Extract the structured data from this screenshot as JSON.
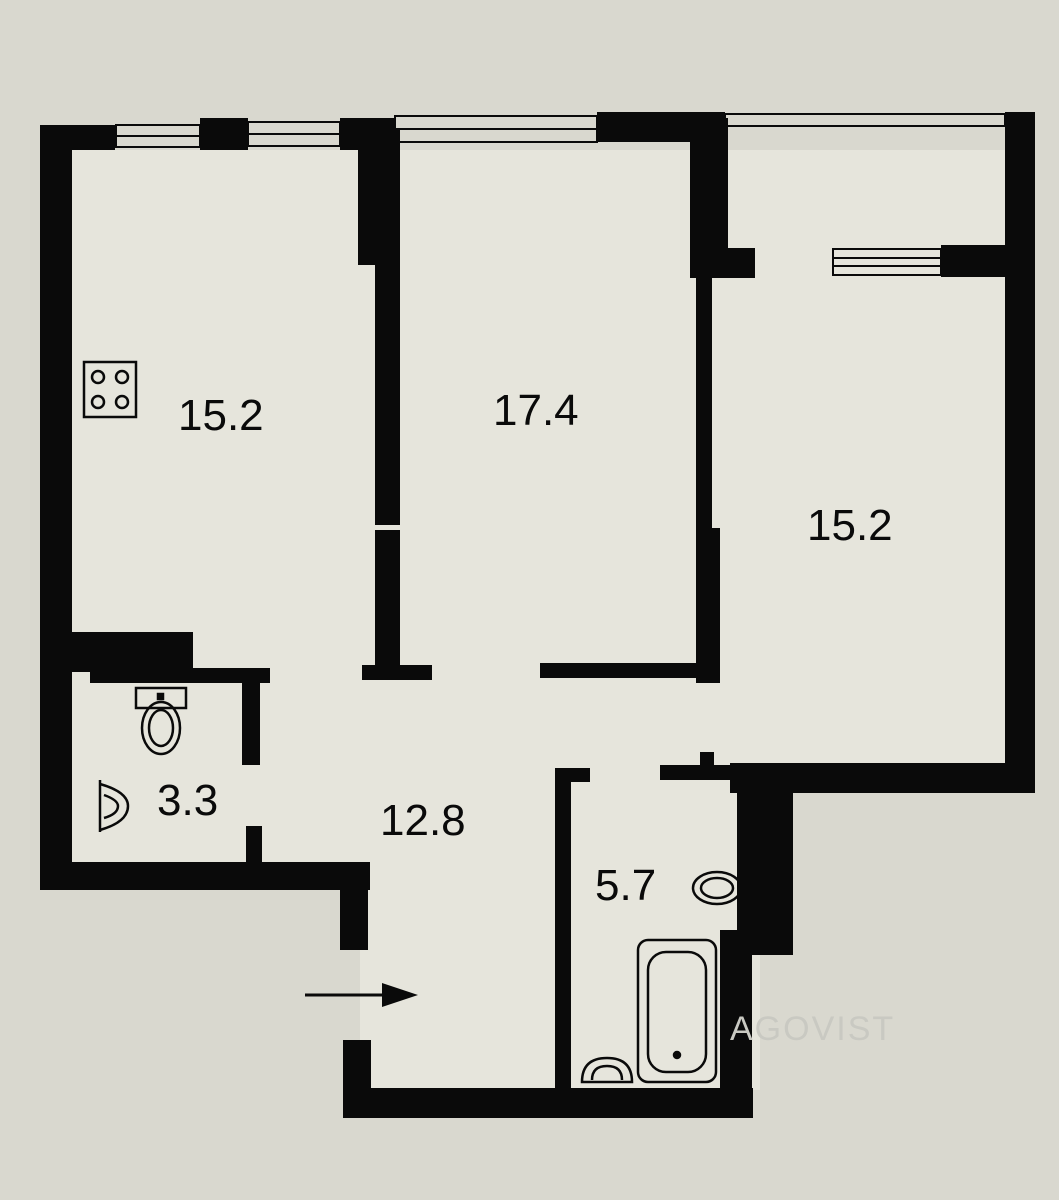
{
  "rooms": {
    "kitchen_area": "15.2",
    "middle_room_area": "17.4",
    "right_room_area": "15.2",
    "wc_area": "3.3",
    "hall_area": "12.8",
    "bathroom_area": "5.7"
  },
  "watermark": "AGOVIST",
  "colors": {
    "background": "#d9d8cf",
    "floor": "#e6e5dc",
    "wall": "#0a0a0a"
  }
}
